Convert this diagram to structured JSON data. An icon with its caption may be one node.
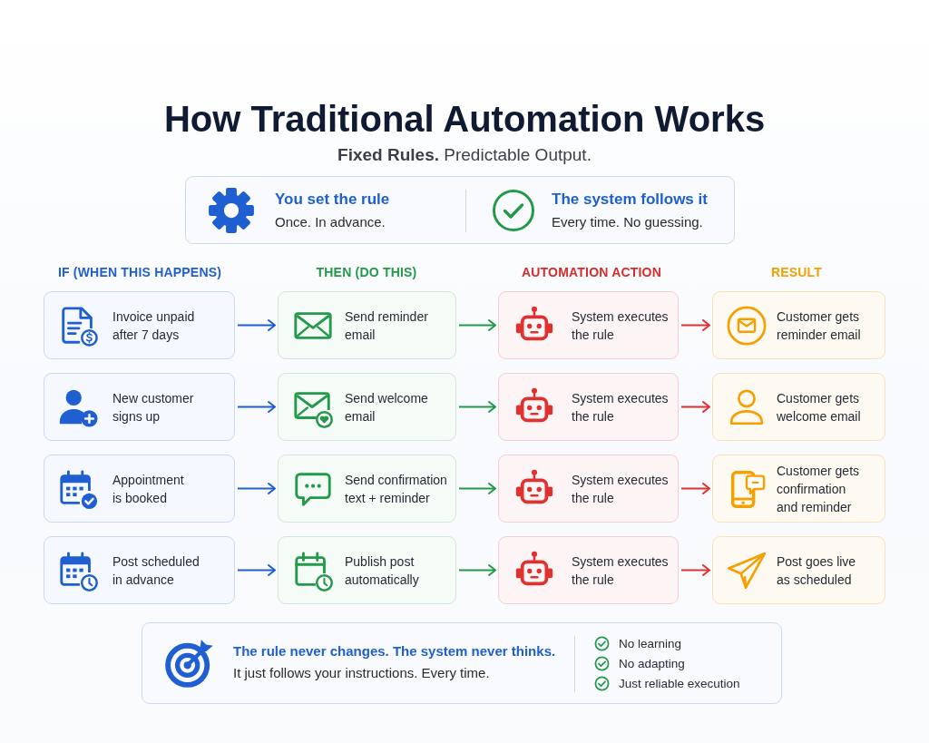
{
  "diagram": {
    "title": "How Traditional Automation Works",
    "nodes": [
      {
        "text": [
          "You set the rule",
          "Once. In advance.",
          "The system follows it",
          "Every time. No guessing."
        ]
      },
      {
        "text": [
          "Invoice unpaid after 7 days"
        ]
      },
      {
        "text": [
          "Send reminder email"
        ]
      },
      {
        "text": [
          "System executes the rule"
        ]
      },
      {
        "text": [
          "Customer gets reminder email"
        ]
      },
      {
        "text": [
          "New customer signs up"
        ]
      },
      {
        "text": [
          "Send welcome email"
        ]
      },
      {
        "text": [
          "System executes the rule"
        ]
      },
      {
        "text": [
          "Customer gets welcome email"
        ]
      },
      {
        "text": [
          "Appointment is booked"
        ]
      },
      {
        "text": [
          "Send confirmation text + reminder"
        ]
      },
      {
        "text": [
          "System executes the rule"
        ]
      },
      {
        "text": [
          "Customer gets confirmation and reminder"
        ]
      },
      {
        "text": [
          "Post scheduled in advance"
        ]
      },
      {
        "text": [
          "Publish post automatically"
        ]
      },
      {
        "text": [
          "System executes the rule"
        ]
      },
      {
        "text": [
          "Post goes live as scheduled"
        ]
      },
      {
        "text": [
          "The rule never changes. The system never thinks.",
          "It just follows your instructions. Every time.",
          "No learning",
          "No adapting",
          "Just reliable execution"
        ]
      }
    ],
    "edges": [
      {
        "from": 1,
        "to": 2,
        "arrow": "to",
        "color": "#1f5fd1"
      },
      {
        "from": 2,
        "to": 3,
        "arrow": "to",
        "color": "#23994a"
      },
      {
        "from": 3,
        "to": 4,
        "arrow": "to",
        "color": "#e03131"
      },
      {
        "from": 5,
        "to": 6,
        "arrow": "to",
        "color": "#1f5fd1"
      },
      {
        "from": 6,
        "to": 7,
        "arrow": "to",
        "color": "#23994a"
      },
      {
        "from": 7,
        "to": 8,
        "arrow": "to",
        "color": "#e03131"
      },
      {
        "from": 9,
        "to": 10,
        "arrow": "to",
        "color": "#1f5fd1"
      },
      {
        "from": 10,
        "to": 11,
        "arrow": "to",
        "color": "#23994a"
      },
      {
        "from": 11,
        "to": 12,
        "arrow": "to",
        "color": "#e03131"
      },
      {
        "from": 13,
        "to": 14,
        "arrow": "to",
        "color": "#1f5fd1"
      },
      {
        "from": 14,
        "to": 15,
        "arrow": "to",
        "color": "#23994a"
      },
      {
        "from": 15,
        "to": 16,
        "arrow": "to",
        "color": "#e03131"
      }
    ],
    "labels": [
      "**Fixed Rules.** Predictable Output.",
      "IF (WHEN THIS HAPPENS)",
      "THEN (DO THIS)",
      "AUTOMATION ACTION",
      "RESULT"
    ]
  }
}
